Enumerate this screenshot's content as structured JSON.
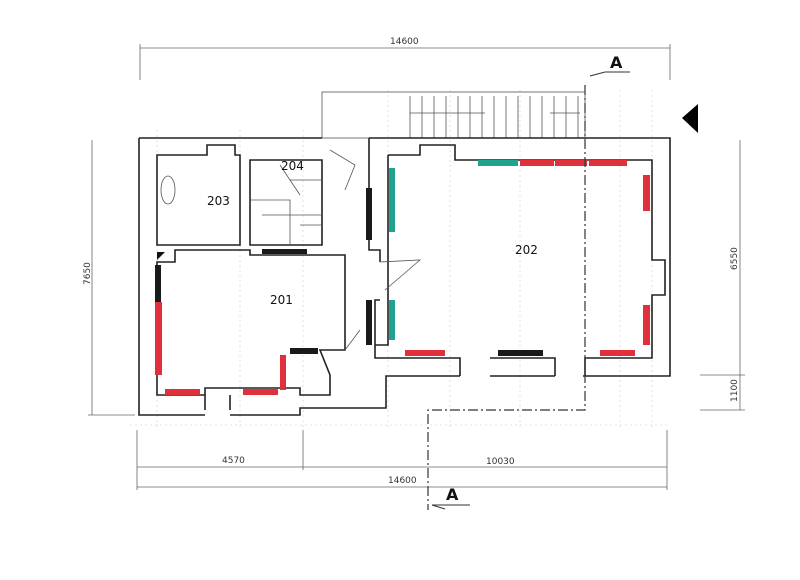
{
  "plan": {
    "rooms": [
      {
        "id": "201",
        "label": "201"
      },
      {
        "id": "202",
        "label": "202"
      },
      {
        "id": "203",
        "label": "203"
      },
      {
        "id": "204",
        "label": "204"
      }
    ],
    "dimensions": {
      "top_total": "14600",
      "left_total": "7650",
      "right_main": "6550",
      "right_offset": "1100",
      "bottom_left": "4570",
      "bottom_right": "10030",
      "bottom_total": "14600"
    },
    "section": {
      "top_label": "A",
      "bottom_label": "A"
    },
    "colors": {
      "red": "#e0303c",
      "teal": "#1fa38f",
      "black": "#1a1a1a",
      "wall": "#222222"
    }
  }
}
